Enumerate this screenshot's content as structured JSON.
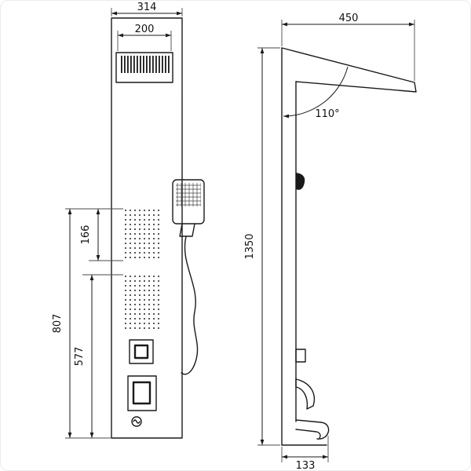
{
  "drawing": {
    "title": "shower-panel-dimension-drawing",
    "front_view": {
      "overall_width": "314",
      "showerhead_width": "200",
      "upper_jets_height": "166",
      "panel_section_height": "807",
      "lower_section_height": "577"
    },
    "side_view": {
      "showerhead_depth": "450",
      "showerhead_angle": "110°",
      "overall_height": "1350",
      "spout_reach": "133"
    }
  },
  "colors": {
    "line": "#1a1a1a",
    "background": "#ffffff"
  }
}
